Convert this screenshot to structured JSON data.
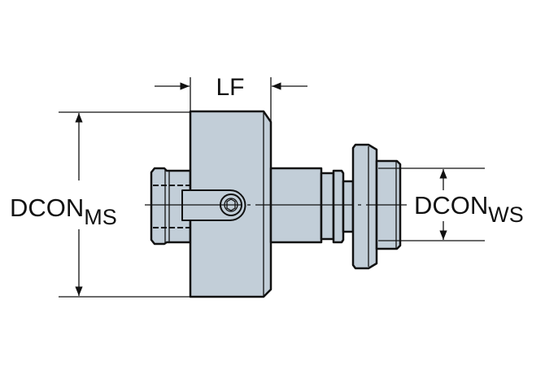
{
  "diagram": {
    "title": "Tool adaptor dimension drawing",
    "colors": {
      "part_fill": "#c2ced8",
      "line": "#111111"
    },
    "dimensions": {
      "lf": {
        "label": "LF"
      },
      "dcon_ms": {
        "label": "DCON",
        "subscript": "MS"
      },
      "dcon_ws": {
        "label": "DCON",
        "subscript": "WS"
      }
    }
  }
}
